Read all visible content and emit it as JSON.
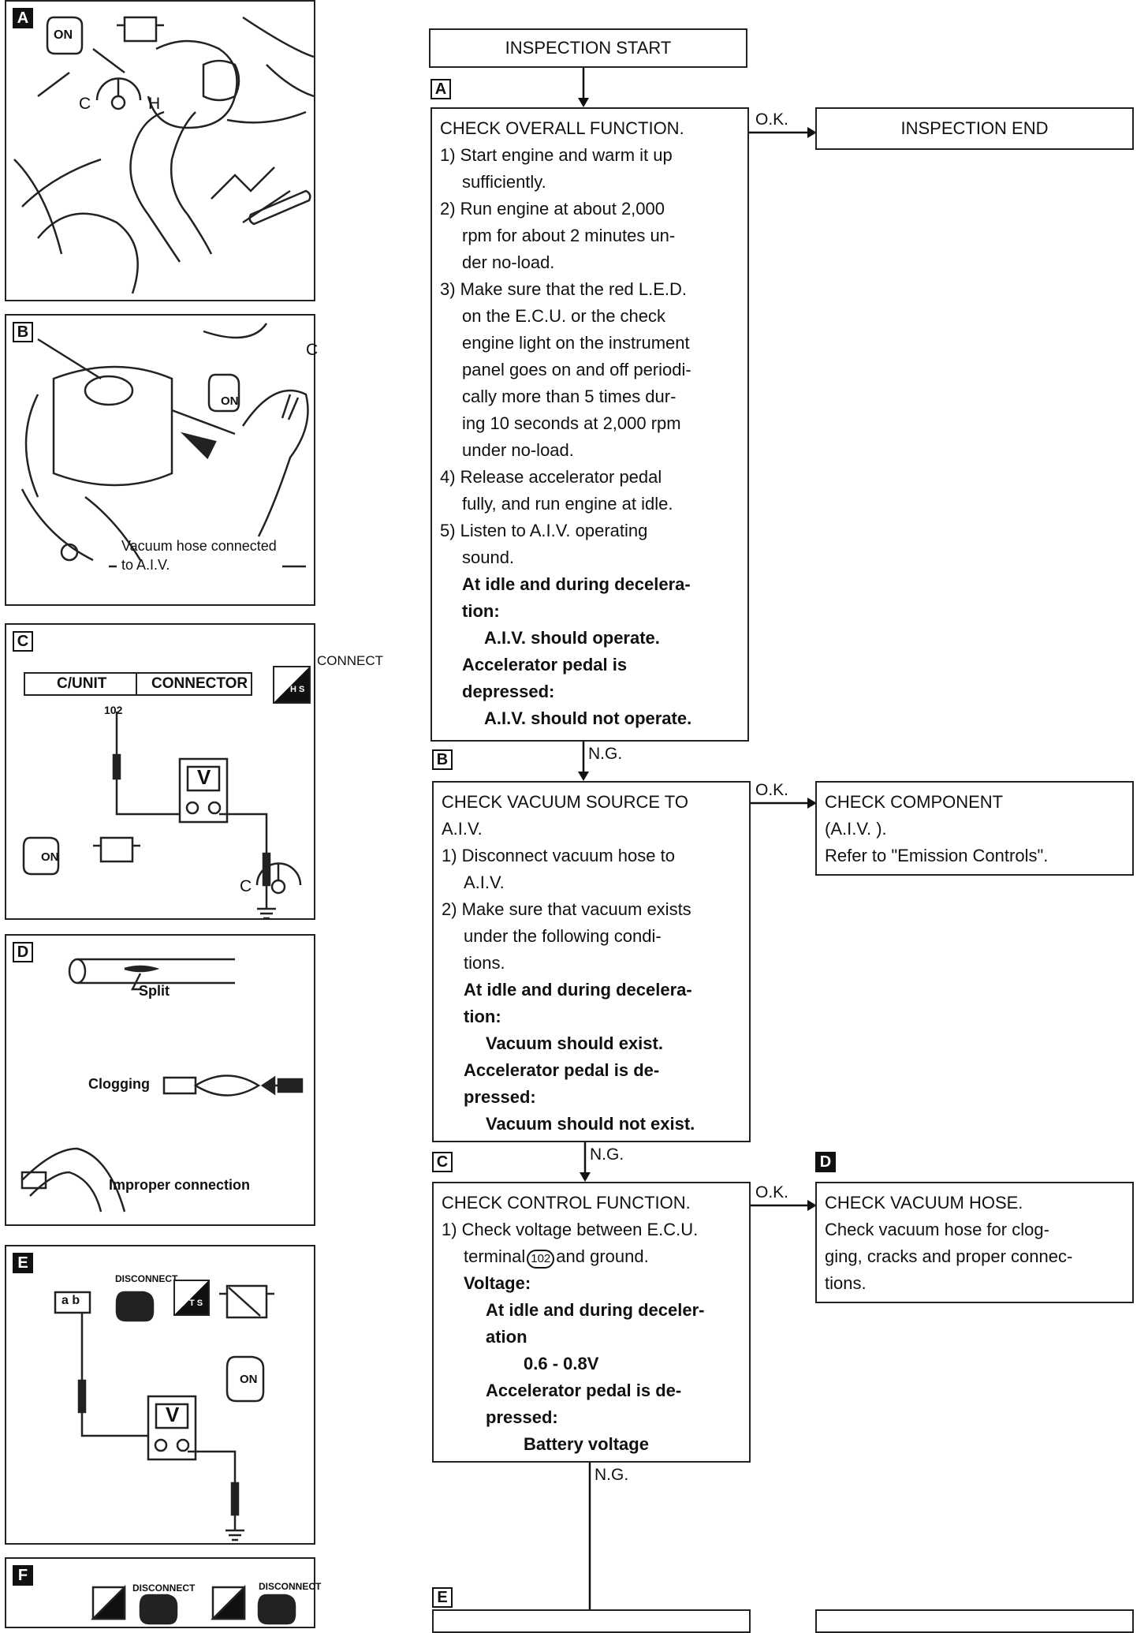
{
  "illustrations": {
    "a": {
      "tag": "A"
    },
    "b": {
      "tag": "B",
      "caption_line1": "Vacuum hose connected",
      "caption_line2": "to A.I.V."
    },
    "c": {
      "tag": "C",
      "unit_label": "C/UNIT",
      "connector_label": "CONNECTOR",
      "terminal": "102",
      "connect_label": "CONNECT",
      "meter": "V",
      "hs_label": "H S"
    },
    "d": {
      "tag": "D",
      "split": "Split",
      "clogging": "Clogging",
      "improper": "Improper connection"
    },
    "e": {
      "tag": "E",
      "disconnect": "DISCONNECT",
      "meter": "V",
      "pins": "a b",
      "ts_label": "T S"
    },
    "f": {
      "tag": "F",
      "disconnect1": "DISCONNECT",
      "disconnect2": "DISCONNECT"
    }
  },
  "gauge": {
    "c": "C",
    "h": "H"
  },
  "ignition": {
    "on": "ON"
  },
  "flow": {
    "start": "INSPECTION START",
    "end": "INSPECTION END",
    "ok": "O.K.",
    "ng": "N.G.",
    "step_a": {
      "tag": "A",
      "lines": [
        "CHECK OVERALL FUNCTION.",
        "1) Start engine and warm it up",
        "sufficiently.",
        "2) Run engine at about 2,000",
        "rpm for about 2 minutes un-",
        "der no-load.",
        "3) Make sure that the red L.E.D.",
        "on the E.C.U. or the check",
        "engine light on the instrument",
        "panel goes on and off periodi-",
        "cally more than 5 times dur-",
        "ing 10 seconds at 2,000 rpm",
        "under no-load.",
        "4) Release accelerator pedal",
        "fully, and run engine at idle.",
        "5) Listen to A.I.V. operating",
        "sound.",
        "At idle and during decelera-",
        "tion:",
        "A.I.V. should operate.",
        "Accelerator pedal is",
        "depressed:",
        "A.I.V. should not operate."
      ]
    },
    "step_b": {
      "tag": "B",
      "lines": [
        "CHECK VACUUM SOURCE TO",
        "A.I.V.",
        "1) Disconnect vacuum hose to",
        "A.I.V.",
        "2) Make sure that vacuum exists",
        "under the following condi-",
        "tions.",
        "At idle and during decelera-",
        "tion:",
        "Vacuum should exist.",
        "Accelerator pedal is de-",
        "pressed:",
        "Vacuum should not exist."
      ]
    },
    "step_c": {
      "tag": "C",
      "lines": [
        "CHECK CONTROL FUNCTION.",
        "1) Check voltage between E.C.U.",
        "and ground.",
        "Voltage:",
        "At idle and during deceler-",
        "ation",
        "0.6 - 0.8V",
        "Accelerator pedal is de-",
        "pressed:",
        "Battery voltage"
      ],
      "terminal_prefix": "terminal",
      "terminal_num": "102"
    },
    "component": {
      "lines": [
        "CHECK COMPONENT",
        "(A.I.V. ).",
        "Refer to \"Emission Controls\"."
      ]
    },
    "hose": {
      "tag": "D",
      "lines": [
        "CHECK VACUUM HOSE.",
        "Check vacuum hose for clog-",
        "ging, cracks and proper connec-",
        "tions."
      ]
    },
    "step_e": {
      "tag": "E"
    }
  }
}
